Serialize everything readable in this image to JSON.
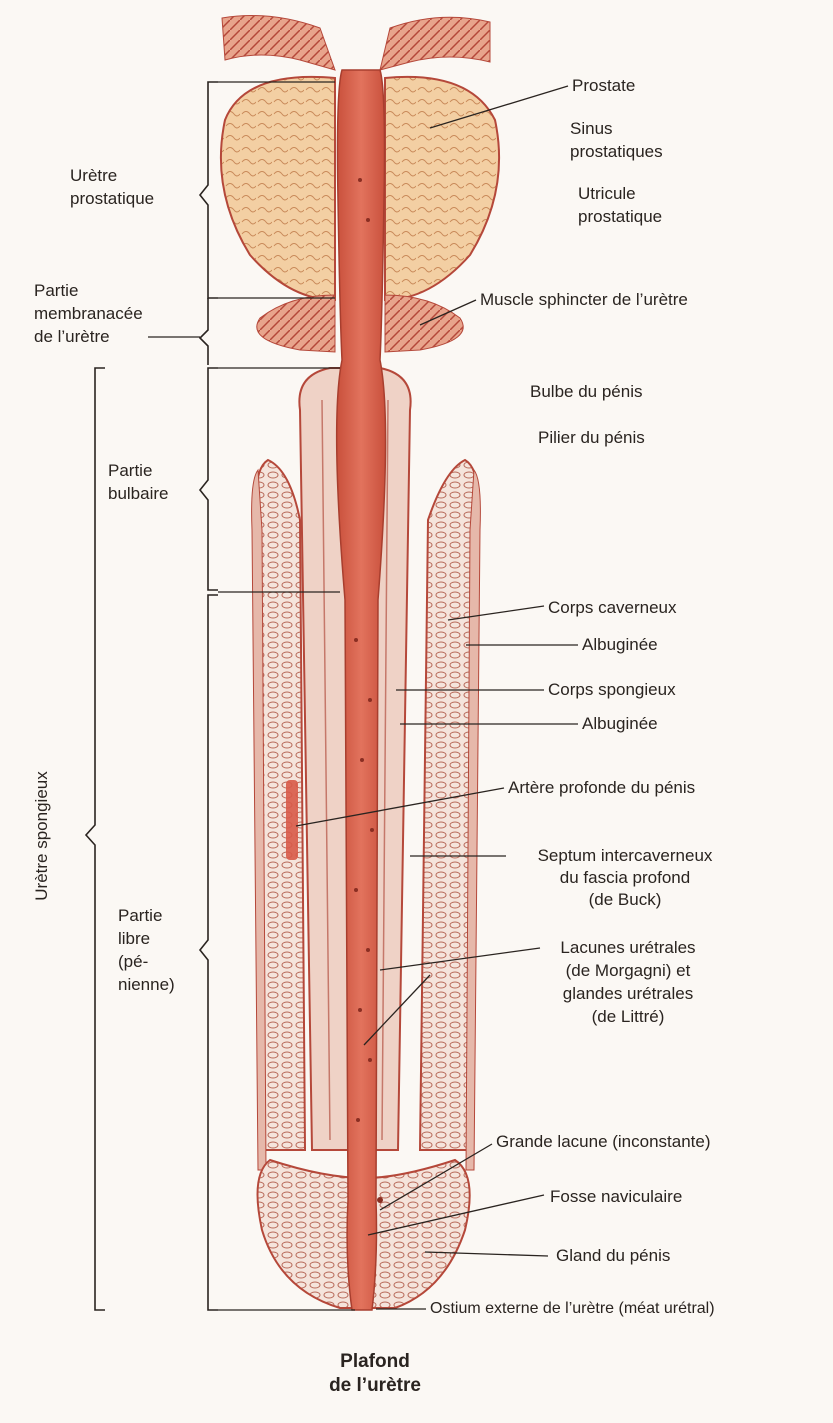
{
  "labels": {
    "prostate": "Prostate",
    "sinus_l1": "Sinus",
    "sinus_l2": "prostatiques",
    "utricule_l1": "Utricule",
    "utricule_l2": "prostatique",
    "sphincter": "Muscle sphincter de l’urètre",
    "bulbe": "Bulbe du pénis",
    "pilier": "Pilier du pénis",
    "corps_caverneux": "Corps caverneux",
    "albuginee_1": "Albuginée",
    "corps_spongieux": "Corps spongieux",
    "albuginee_2": "Albuginée",
    "artere": "Artère profonde du pénis",
    "septum_l1": "Septum intercaverneux",
    "septum_l2": "du fascia profond",
    "septum_l3": "(de Buck)",
    "lacunes_l1": "Lacunes urétrales",
    "lacunes_l2": "(de Morgagni) et",
    "lacunes_l3": "glandes urétrales",
    "lacunes_l4": "(de Littré)",
    "grande_lacune": "Grande lacune (inconstante)",
    "fosse": "Fosse naviculaire",
    "gland": "Gland du pénis",
    "ostium": "Ostium externe de l’urètre (méat urétral)"
  },
  "sections": {
    "uretre_prostatique_l1": "Urètre",
    "uretre_prostatique_l2": "prostatique",
    "membranacee_l1": "Partie",
    "membranacee_l2": "membranacée",
    "membranacee_l3": "de l’urètre",
    "bulbaire_l1": "Partie",
    "bulbaire_l2": "bulbaire",
    "libre_l1": "Partie",
    "libre_l2": "libre",
    "libre_l3": "(pé-",
    "libre_l4": "nienne)",
    "spongieux": "Urètre spongieux"
  },
  "title_l1": "Plafond",
  "title_l2": "de l’urètre",
  "colors": {
    "urethra": "#d9604a",
    "prostate": "#f0c89a",
    "spongy": "#f2d6cc",
    "cavernous": "#ead0c8",
    "outline": "#b5483a",
    "leader": "#2a2420"
  }
}
